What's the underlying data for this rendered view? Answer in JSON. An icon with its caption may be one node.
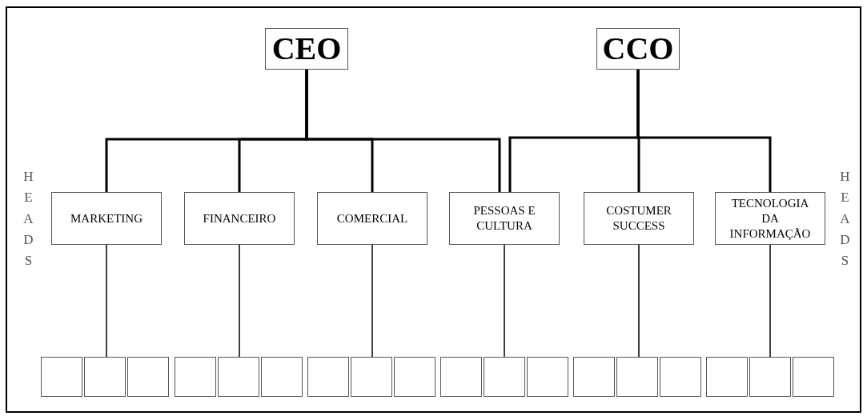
{
  "diagram": {
    "nodes": [
      {
        "text": [
          "CEO"
        ]
      },
      {
        "text": [
          "CCO"
        ]
      },
      {
        "text": [
          "MARKETING"
        ]
      },
      {
        "text": [
          "FINANCEIRO"
        ]
      },
      {
        "text": [
          "COMERCIAL"
        ]
      },
      {
        "text": [
          "PESSOAS E CULTURA"
        ]
      },
      {
        "text": [
          "COSTUMER SUCCESS"
        ]
      },
      {
        "text": [
          "TECNOLOGIA DA INFORMAÇÃO"
        ]
      },
      {
        "text": [],
        "shape": "box"
      },
      {
        "text": [],
        "shape": "box"
      },
      {
        "text": [],
        "shape": "box"
      },
      {
        "text": [],
        "shape": "box"
      },
      {
        "text": [],
        "shape": "box"
      },
      {
        "text": [],
        "shape": "box"
      },
      {
        "text": [],
        "shape": "box"
      },
      {
        "text": [],
        "shape": "box"
      },
      {
        "text": [],
        "shape": "box"
      },
      {
        "text": [],
        "shape": "box"
      },
      {
        "text": [],
        "shape": "box"
      },
      {
        "text": [],
        "shape": "box"
      },
      {
        "text": [],
        "shape": "box"
      },
      {
        "text": [],
        "shape": "box"
      },
      {
        "text": [],
        "shape": "box"
      },
      {
        "text": [],
        "shape": "box"
      },
      {
        "text": [],
        "shape": "box"
      },
      {
        "text": [],
        "shape": "box"
      }
    ],
    "edges": [
      {
        "from": 0,
        "to": 2,
        "arrow": "none"
      },
      {
        "from": 0,
        "to": 3,
        "arrow": "none"
      },
      {
        "from": 0,
        "to": 4,
        "arrow": "none"
      },
      {
        "from": 0,
        "to": 5,
        "arrow": "none"
      },
      {
        "from": 1,
        "to": 5,
        "arrow": "none"
      },
      {
        "from": 1,
        "to": 6,
        "arrow": "none"
      },
      {
        "from": 1,
        "to": 7,
        "arrow": "none"
      },
      {
        "from": 2,
        "to": 9,
        "arrow": "none"
      },
      {
        "from": 3,
        "to": 12,
        "arrow": "none"
      },
      {
        "from": 4,
        "to": 15,
        "arrow": "none"
      },
      {
        "from": 5,
        "to": 18,
        "arrow": "none"
      },
      {
        "from": 6,
        "to": 21,
        "arrow": "none"
      },
      {
        "from": 7,
        "to": 24,
        "arrow": "none"
      }
    ],
    "labels": [
      "HEADS",
      "HEADS"
    ]
  }
}
